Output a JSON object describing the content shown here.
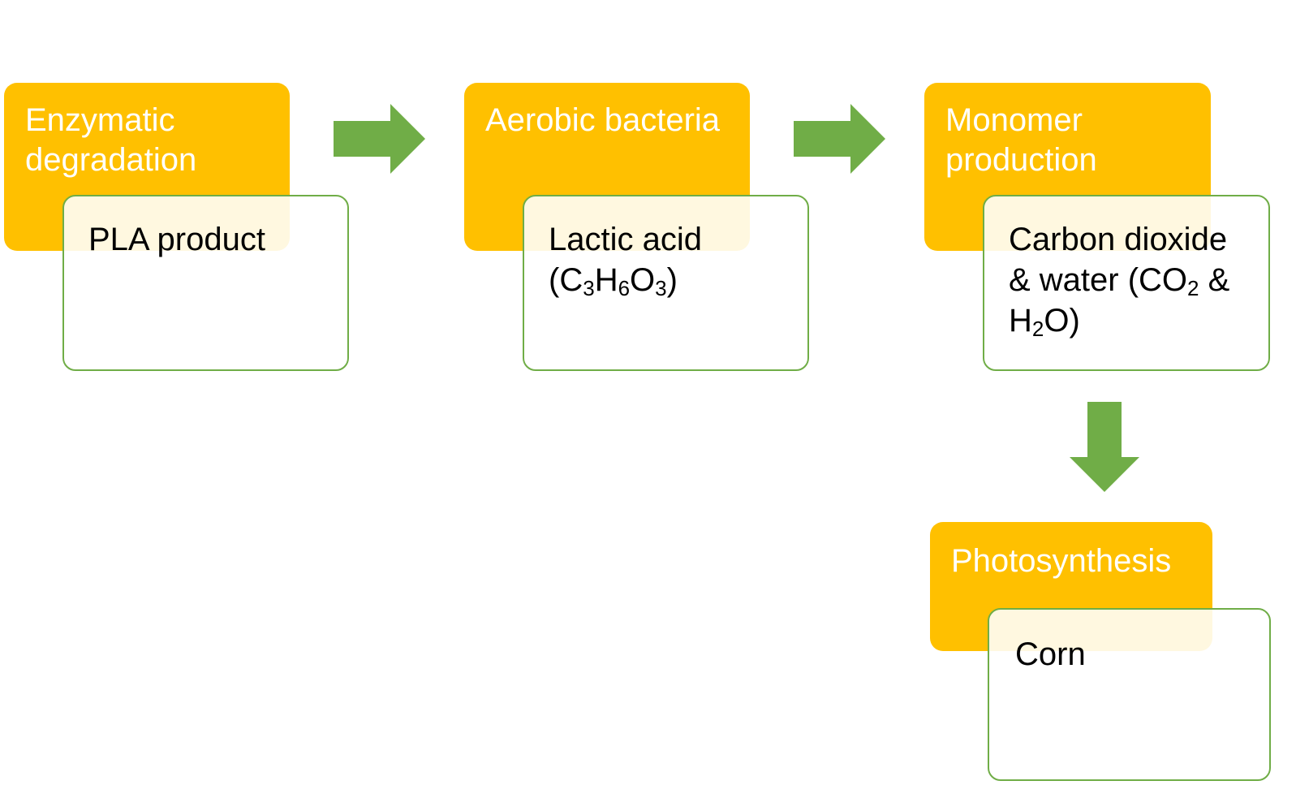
{
  "colors": {
    "stage_fill": "#FFC000",
    "stage_text": "#ffffff",
    "item_border": "#70AD47",
    "arrow_fill": "#70AD47"
  },
  "steps": [
    {
      "stage": "Enzymatic degradation",
      "item": [
        {
          "text": "PLA product"
        }
      ]
    },
    {
      "stage": "Aerobic bacteria",
      "item": [
        {
          "text": "Lactic acid ("
        },
        {
          "text": "C"
        },
        {
          "sub": "3"
        },
        {
          "text": "H"
        },
        {
          "sub": "6"
        },
        {
          "text": "O"
        },
        {
          "sub": "3"
        },
        {
          "text": ")"
        }
      ]
    },
    {
      "stage": "Monomer production",
      "item": [
        {
          "text": "Carbon dioxide & water (CO"
        },
        {
          "sub": "2"
        },
        {
          "text": " & H"
        },
        {
          "sub": "2"
        },
        {
          "text": "O)"
        }
      ]
    },
    {
      "stage": "Photosynthesis",
      "item": [
        {
          "text": "Corn"
        }
      ]
    }
  ],
  "arrows": [
    {
      "from": "Enzymatic degradation",
      "to": "Aerobic bacteria",
      "direction": "right"
    },
    {
      "from": "Aerobic bacteria",
      "to": "Monomer production",
      "direction": "right"
    },
    {
      "from": "Monomer production",
      "to": "Photosynthesis",
      "direction": "down"
    }
  ]
}
